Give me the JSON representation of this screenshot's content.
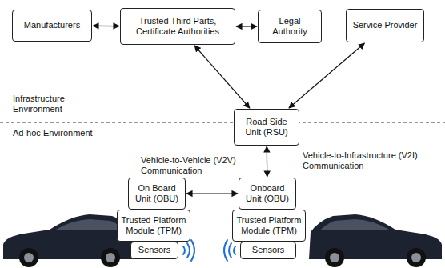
{
  "diagram": {
    "nodes": [
      {
        "text": [
          "Manufacturers"
        ]
      },
      {
        "text": [
          "Trusted Third Parts, Certificate Authorities"
        ]
      },
      {
        "text": [
          "Legal Authority"
        ]
      },
      {
        "text": [
          "Service Provider"
        ]
      },
      {
        "text": [
          "Road Side Unit (RSU)"
        ]
      },
      {
        "text": [
          "On Board Unit (OBU)"
        ]
      },
      {
        "text": [
          "Onboard Unit (OBU)"
        ]
      },
      {
        "text": [
          "Trusted Platform Module (TPM)"
        ]
      },
      {
        "text": [
          "Trusted Platform Module (TPM)"
        ]
      },
      {
        "text": [
          "Sensors"
        ]
      },
      {
        "text": [
          "Sensors"
        ]
      }
    ],
    "edges": [
      {
        "from": 0,
        "to": 1,
        "arrow": "both"
      },
      {
        "from": 1,
        "to": 2,
        "arrow": "both"
      },
      {
        "from": 1,
        "to": 4,
        "arrow": "both"
      },
      {
        "from": 3,
        "to": 4,
        "arrow": "both"
      },
      {
        "from": 4,
        "to": 6,
        "label": "Vehicle-to-Infrastructure (V2I) Communication",
        "arrow": "both"
      },
      {
        "from": 5,
        "to": 6,
        "label": "Vehicle-to-Vehicle (V2V) Communication",
        "arrow": "both"
      }
    ],
    "labels": [
      "Infrastructure Environment",
      "Ad-hoc Environment"
    ]
  }
}
